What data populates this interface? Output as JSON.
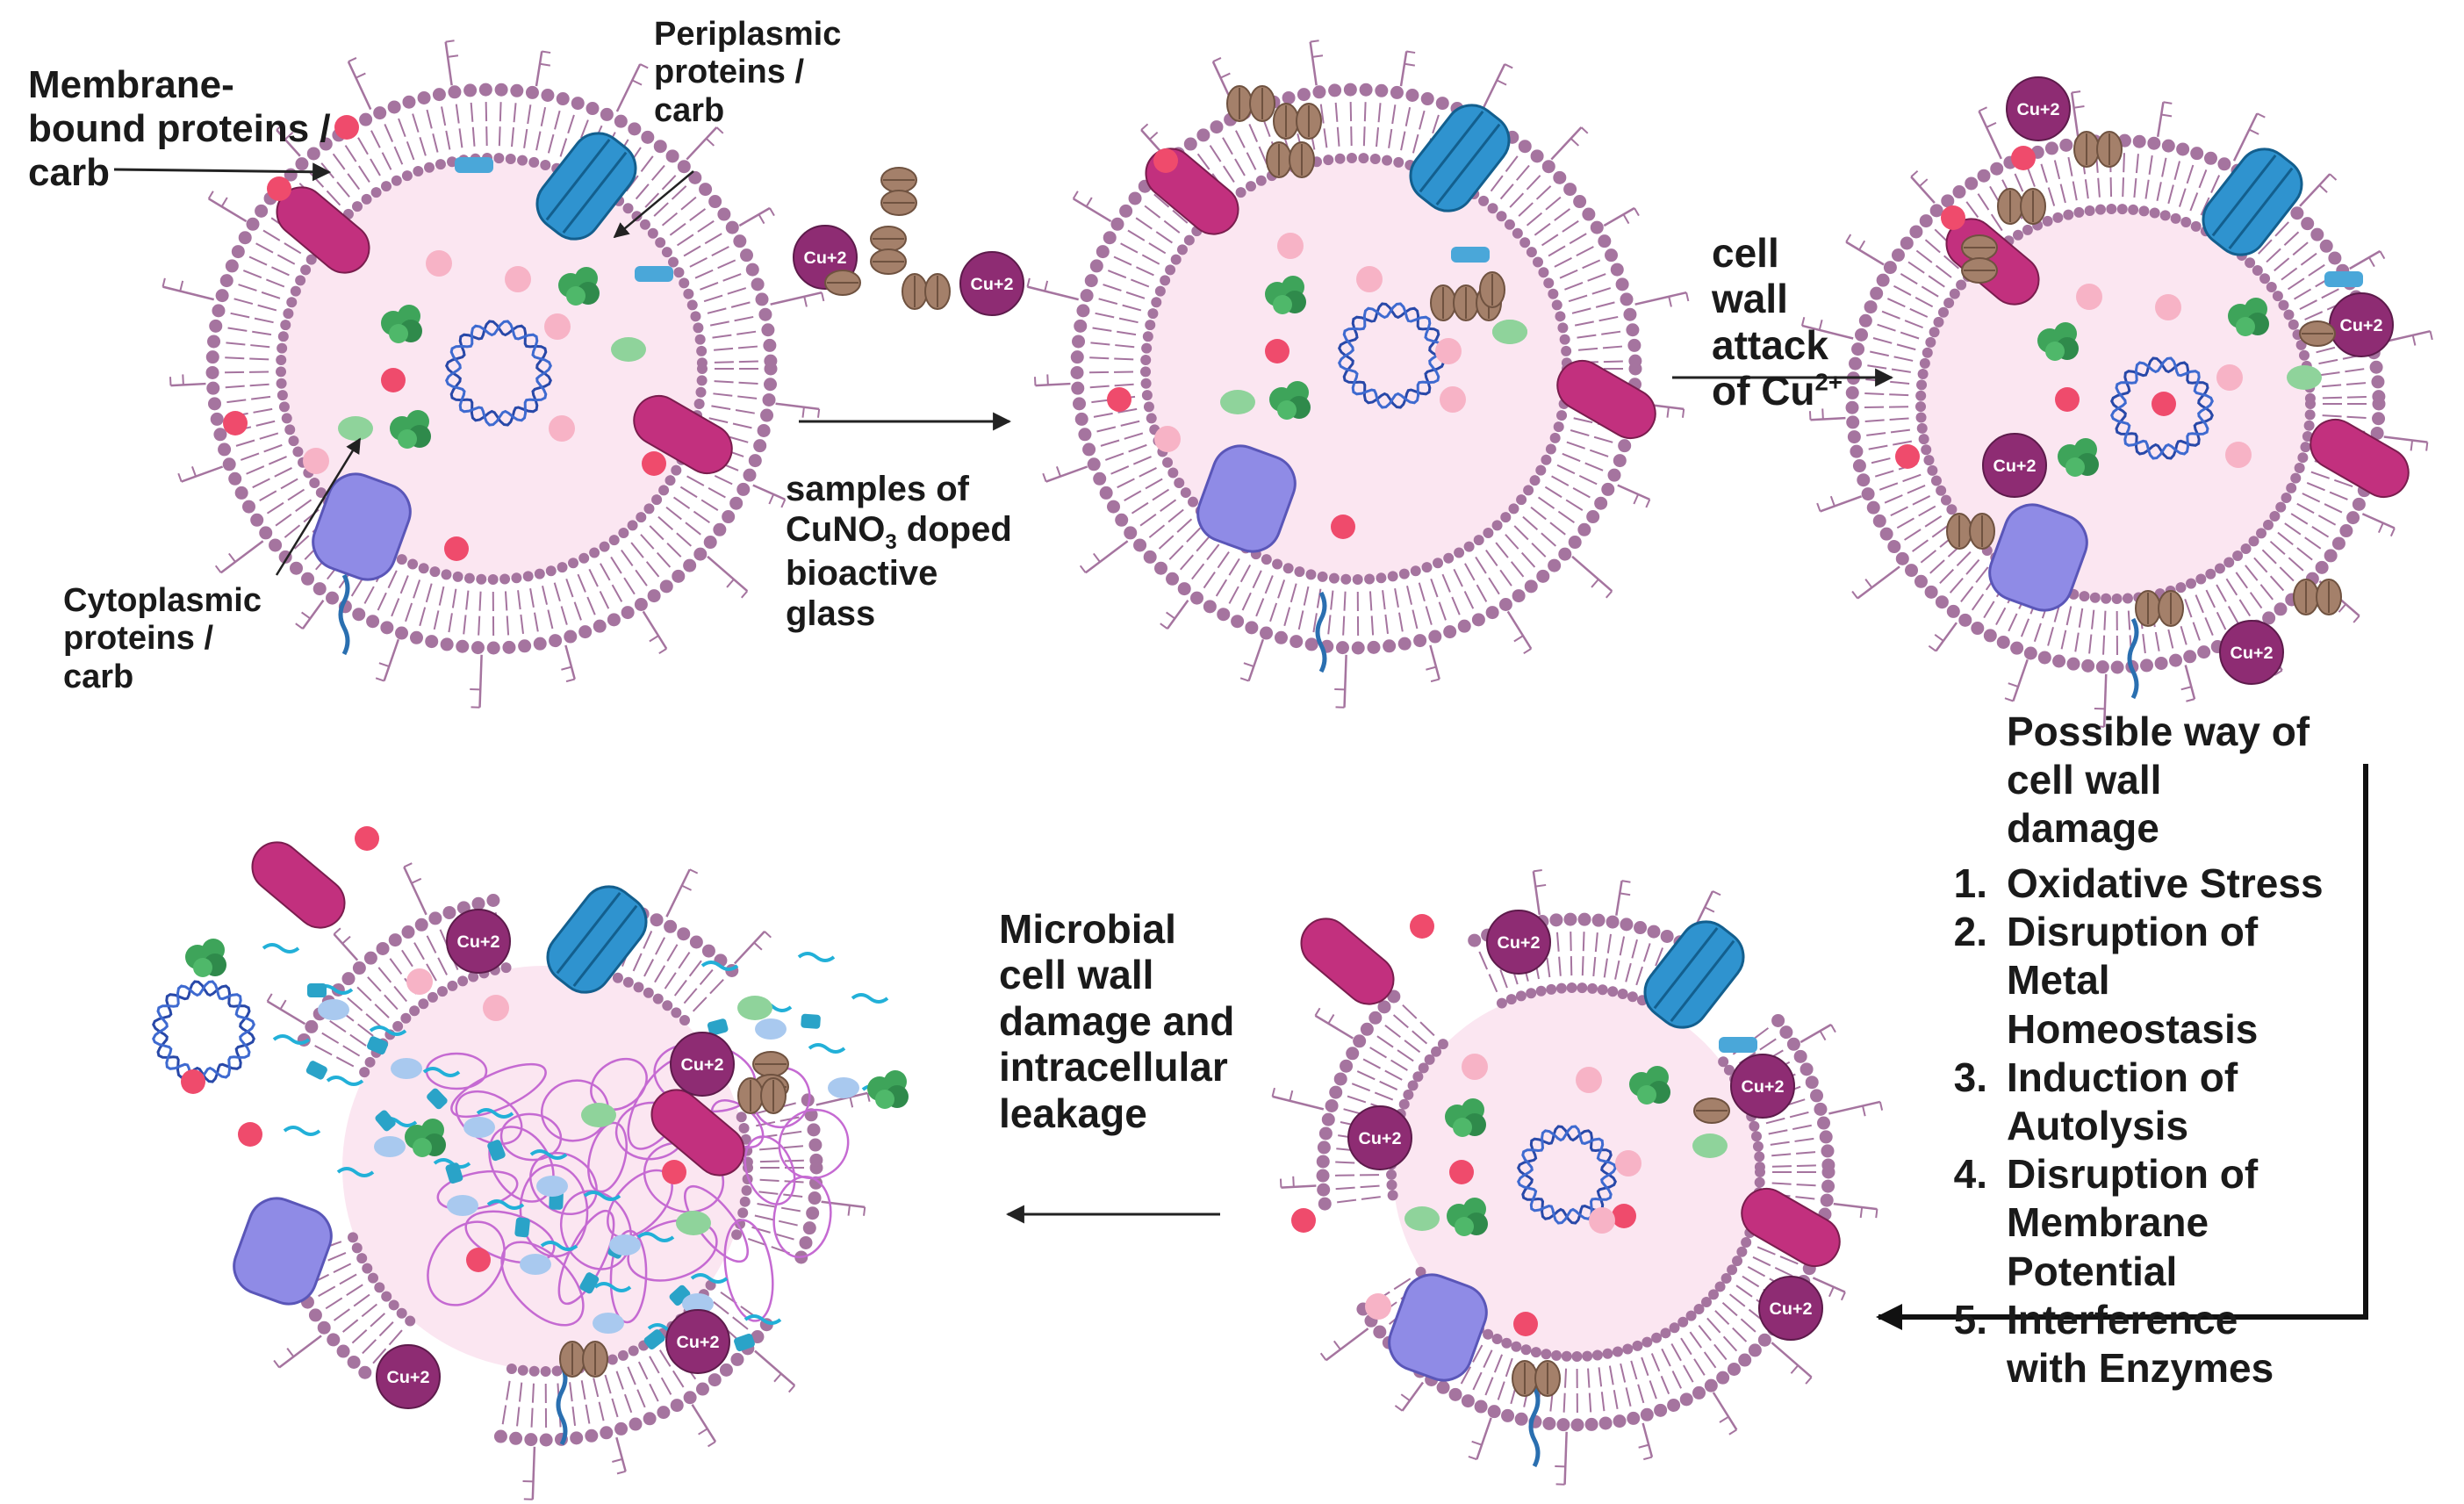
{
  "labels": {
    "membrane": [
      "Membrane-",
      "bound proteins /",
      "carb"
    ],
    "periplasmic": [
      "Periplasmic",
      "proteins /",
      "carb"
    ],
    "cytoplasmic": [
      "Cytoplasmic",
      "proteins /",
      "carb"
    ],
    "samples": {
      "l1": "samples of",
      "l2_pre": "CuNO",
      "l2_sub": "3",
      "l2_post": " doped",
      "l3": "bioactive",
      "l4": "glass"
    },
    "attack": {
      "l1": "cell",
      "l2": "wall",
      "l3": "attack",
      "l4_pre": "of Cu",
      "l4_sup": "2+"
    },
    "damage": [
      "Microbial",
      "cell wall",
      "damage and",
      "intracellular",
      "leakage"
    ],
    "possible_title": [
      "Possible way of",
      "cell wall",
      "damage"
    ],
    "ion": "Cu+2"
  },
  "mechanisms": [
    {
      "num": "1.",
      "lines": [
        "Oxidative Stress"
      ]
    },
    {
      "num": "2.",
      "lines": [
        "Disruption of",
        "Metal",
        "Homeostasis"
      ]
    },
    {
      "num": "3.",
      "lines": [
        "Induction of",
        "Autolysis"
      ]
    },
    {
      "num": "4.",
      "lines": [
        "Disruption of",
        "Membrane",
        "Potential"
      ]
    },
    {
      "num": "5.",
      "lines": [
        "Interference",
        "with Enzymes"
      ]
    }
  ],
  "colors": {
    "membrane": "#a5749f",
    "cytoplasm": "#fbe6f1",
    "cu_ion": "#8e2c73",
    "magenta_protein": "#c2307e",
    "blue_protein": "#2f93cf",
    "purple_protein": "#8f8be6",
    "brown_protein": "#a4806a",
    "red_dot": "#ef4b6c",
    "pink_dot": "#f7b3c6",
    "green_blob": "#3ea45a",
    "dna": "#2848a8",
    "arrow": "#222222"
  }
}
